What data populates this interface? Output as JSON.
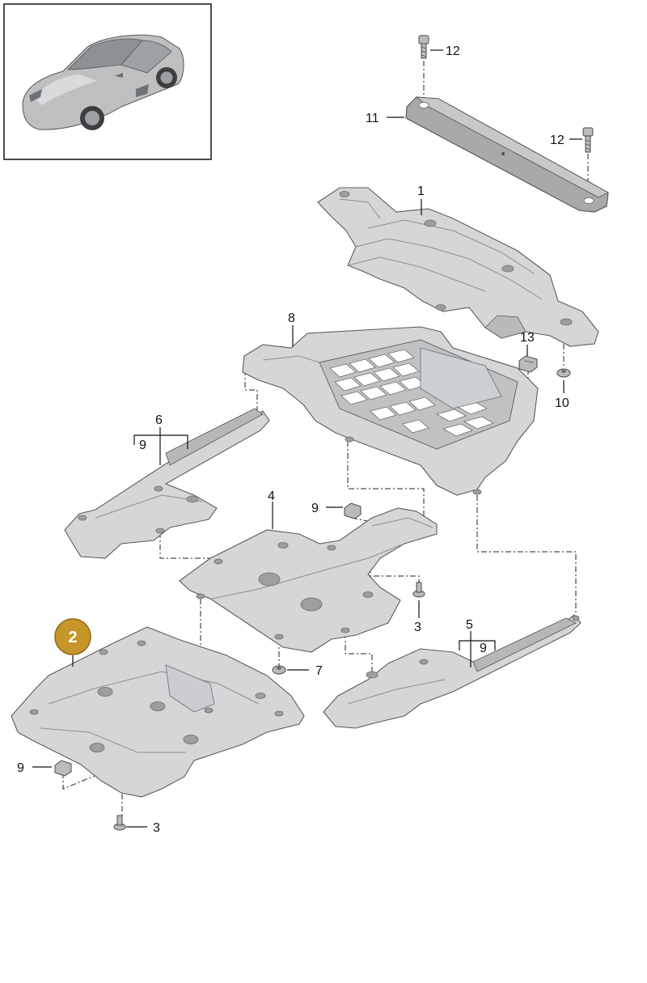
{
  "callouts": {
    "p1": "1",
    "p2": "2",
    "p3a": "3",
    "p3b": "3",
    "p4": "4",
    "p5": "5",
    "p6": "6",
    "p7": "7",
    "p8": "8",
    "p9a": "9",
    "p9b": "9",
    "p9c": "9",
    "p9d": "9",
    "p10": "10",
    "p11": "11",
    "p12a": "12",
    "p12b": "12",
    "p13": "13"
  },
  "colors": {
    "highlight_badge": "#c7962a",
    "part_fill": "#d4d6d8",
    "part_dark": "#a7a9ab"
  },
  "icons": {
    "thumbnail": "car-thumbnail-icon"
  }
}
